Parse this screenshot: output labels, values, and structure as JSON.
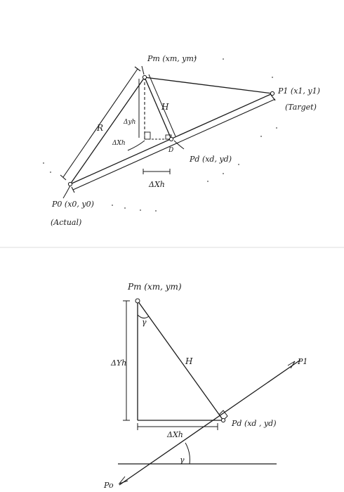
{
  "colors": {
    "ink": "#1a1a1a",
    "paper": "#ffffff",
    "divider": "#dddddd"
  },
  "top_diagram": {
    "labels": {
      "pm": "Pm (xm, ym)",
      "p1": "P1 (x1, y1)",
      "target": "(Target)",
      "p0": "P0 (x0, y0)",
      "actual": "(Actual)",
      "pd": "Pd (xd, yd)",
      "r": "R",
      "h": "H",
      "dy": "Δyh",
      "dx_inner": "ΔXh",
      "dx_bottom": "ΔXh",
      "d": "D"
    }
  },
  "bottom_diagram": {
    "labels": {
      "pm": "Pm (xm, ym)",
      "h": "H",
      "dy": "ΔYh",
      "dx": "ΔXh",
      "pd": "Pd (xd , yd)",
      "p1": "P1",
      "p0": "Po",
      "gamma_top": "γ",
      "gamma_bottom": "γ"
    }
  }
}
